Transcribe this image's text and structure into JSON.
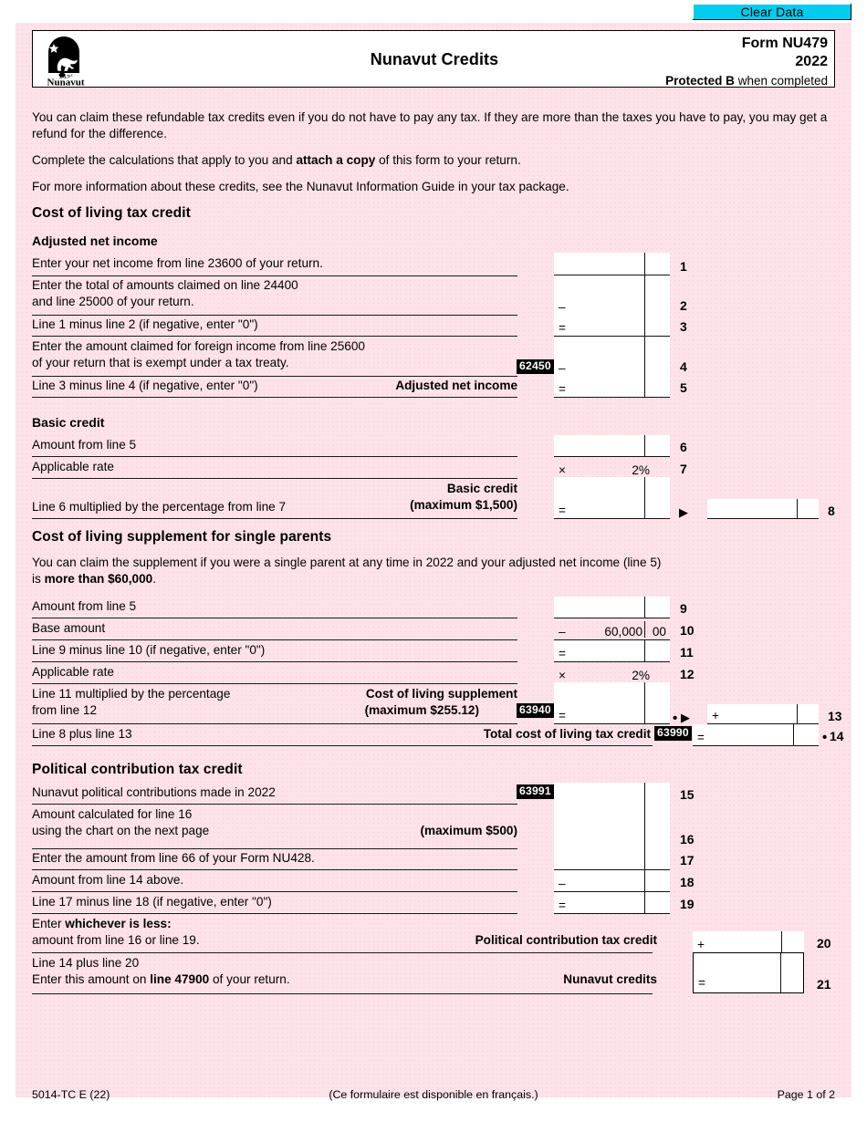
{
  "toolbar": {
    "clear_data_label": "Clear Data"
  },
  "header": {
    "logo_alt": "Nunavut",
    "logo_wordmark": "Nunavut",
    "title": "Nunavut Credits",
    "form_code": "Form NU479",
    "year": "2022",
    "protected_bold": "Protected B",
    "protected_rest": " when completed"
  },
  "intro": {
    "p1": "You can claim these refundable tax credits even if you do not have to pay any tax. If they are more than the taxes you have to pay, you may get a refund for the difference.",
    "p2_a": "Complete the calculations that apply to you and ",
    "p2_b": "attach a copy",
    "p2_c": " of this form to your return.",
    "p3": "For more information about these credits, see the Nunavut Information Guide in your tax package."
  },
  "sections": {
    "cost_of_living": "Cost of living tax credit",
    "adjusted_net_income": "Adjusted net income",
    "basic_credit": "Basic credit",
    "single_parents": "Cost of living supplement for single parents",
    "single_parents_note_a": "You can claim the supplement if you were a single parent at any time in 2022 and your adjusted net income (line 5) is ",
    "single_parents_note_b": "more than $60,000",
    "single_parents_note_c": ".",
    "political": "Political contribution tax credit"
  },
  "lines": [
    {
      "no": "1",
      "label": "Enter your net income from line 23600 of your return.",
      "op": "",
      "value": "",
      "tag": ""
    },
    {
      "no": "2",
      "label": "Enter the total of amounts claimed on line 24400\nand line 25000 of your return.",
      "op": "–",
      "value": "",
      "tag": ""
    },
    {
      "no": "3",
      "label": "Line 1 minus line 2 (if negative, enter \"0\")",
      "op": "=",
      "value": "",
      "tag": ""
    },
    {
      "no": "4",
      "label": "Enter the amount claimed for foreign income from line 25600\nof your return that is exempt under a tax treaty.",
      "op": "–",
      "value": "",
      "tag": "62450"
    },
    {
      "no": "5",
      "label": "Line 3 minus line 4 (if negative, enter \"0\")",
      "right_label": "Adjusted net income",
      "op": "=",
      "value": "",
      "tag": ""
    },
    {
      "no": "6",
      "label": "Amount from line 5",
      "op": "",
      "value": "",
      "tag": ""
    },
    {
      "no": "7",
      "label": "Applicable rate",
      "op": "×",
      "value": "2%",
      "tag": ""
    },
    {
      "no": "8",
      "label": "Line 6 multiplied by the percentage from line 7",
      "right_label": "Basic credit",
      "right_label2": "(maximum $1,500)",
      "op": "=",
      "value": "",
      "tag": ""
    },
    {
      "no": "9",
      "label": "Amount from line 5",
      "op": "",
      "value": "",
      "tag": ""
    },
    {
      "no": "10",
      "label": "Base amount",
      "op": "–",
      "value": "60,000",
      "cents": "00",
      "tag": ""
    },
    {
      "no": "11",
      "label": "Line 9 minus line 10 (if negative, enter \"0\")",
      "op": "=",
      "value": "",
      "tag": ""
    },
    {
      "no": "12",
      "label": "Applicable rate",
      "op": "×",
      "value": "2%",
      "tag": ""
    },
    {
      "no": "13",
      "label": "Line 11 multiplied by the percentage\nfrom line 12",
      "right_label": "Cost of living supplement",
      "right_label2": "(maximum $255.12)",
      "op": "=",
      "value": "",
      "tag": "63940"
    },
    {
      "no": "14",
      "label": "Line 8 plus line 13",
      "right_label": "Total cost of living tax credit",
      "op": "=",
      "value": "",
      "tag": "63990"
    },
    {
      "no": "15",
      "label": "Nunavut political contributions made in 2022",
      "op": "",
      "value": "",
      "tag": "63991"
    },
    {
      "no": "16",
      "label": "Amount calculated for line 16\nusing the chart on the next page",
      "right_label": "(maximum $500)",
      "op": "",
      "value": "",
      "tag": ""
    },
    {
      "no": "17",
      "label": "Enter the amount from line 66 of your Form NU428.",
      "op": "",
      "value": "",
      "tag": ""
    },
    {
      "no": "18",
      "label": "Amount from line 14 above.",
      "op": "–",
      "value": "",
      "tag": ""
    },
    {
      "no": "19",
      "label": "Line 17 minus line 18 (if negative, enter \"0\")",
      "op": "=",
      "value": "",
      "tag": ""
    },
    {
      "no": "20",
      "label": "Enter whichever is less:\namount from line 16 or line 19.",
      "right_label": "Political contribution tax credit",
      "op": "+",
      "value": "",
      "tag": ""
    },
    {
      "no": "21",
      "label": "Line 14 plus line 20\nEnter this amount on line 47900 of your return.",
      "right_label": "Nunavut credits",
      "op": "=",
      "value": "",
      "tag": ""
    }
  ],
  "line_label_bold": {
    "l20_bold": "whichever is less:",
    "l20_pre": "Enter ",
    "l21_pre": "Enter this amount on ",
    "l21_bold": "line 47900",
    "l21_post": " of your return."
  },
  "carry": {
    "line8_arrow": "▶",
    "line13_arrow": "▶",
    "line13_plus": "+",
    "bullet": "•"
  },
  "footer": {
    "left": "5014-TC E (22)",
    "center": "(Ce formulaire est disponible en français.)",
    "right": "Page 1 of 2"
  },
  "colors": {
    "sheet_pink": "#fde3e9",
    "dot_pink": "#f8c7d4",
    "clear_button": "#00ccee",
    "tag_black": "#000000"
  }
}
